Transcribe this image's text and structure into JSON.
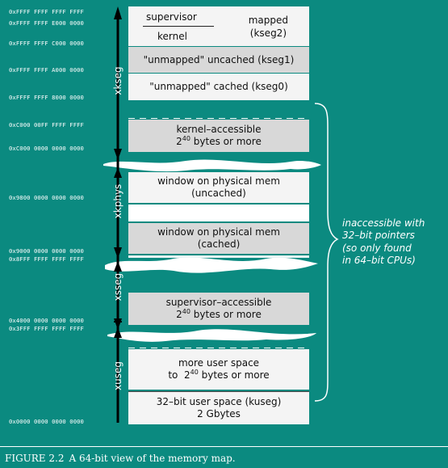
{
  "addresses": [
    "0xFFFF FFFF FFFF FFFF",
    "0xFFFF FFFF E000 0000",
    "0xFFFF FFFF C000 0000",
    "0xFFFF FFFF A000 0000",
    "0xFFFF FFFF 8000 0000",
    "0xC000 00FF FFFF FFFF",
    "0xC000 0000 0000 0000",
    "0x9800 0000 0000 0000",
    "0x9000 0000 0000 0000",
    "0x8FFF FFFF FFFF FFFF",
    "0x4000 0000 0000 0000",
    "0x3FFF FFFF FFFF FFFF",
    "0x0000 0000 0000 0000"
  ],
  "kseg2": {
    "supervisor": "supervisor",
    "kernel": "kernel",
    "mapped": "mapped",
    "name": "(kseg2)"
  },
  "kseg1": "\"unmapped\" uncached (kseg1)",
  "kseg0": "\"unmapped\" cached (kseg0)",
  "kernel_accessible": {
    "line1": "kernel–accessible",
    "size_pre": "2",
    "size_exp": "40",
    "size_post": " bytes or more"
  },
  "window_uncached": {
    "line1": "window on physical mem",
    "line2": "(uncached)"
  },
  "window_cached": {
    "line1": "window on physical mem",
    "line2": "(cached)"
  },
  "supervisor_accessible": {
    "line1": "supervisor–accessible",
    "size_pre": "2",
    "size_exp": "40",
    "size_post": " bytes or more"
  },
  "more_user": {
    "line1": "more user space",
    "size_pre": "to  2",
    "size_exp": "40",
    "size_post": " bytes or more"
  },
  "kuseg": {
    "line1": "32–bit user space (kuseg)",
    "line2": "2 Gbytes"
  },
  "segments": {
    "xkseg": "xkseg",
    "xkphys": "xkphys",
    "xsseg": "xsseg",
    "xuseg": "xuseg"
  },
  "note": {
    "line1": "inaccessible with",
    "line2": "32–bit pointers",
    "line3": "(so only found",
    "line4": "in 64–bit CPUs)"
  },
  "caption": {
    "figure": "FIGURE 2.2",
    "text": "A 64-bit view of the memory map."
  },
  "colors": {
    "background": "#0b8a80",
    "box_light": "#f4f4f4",
    "box_gray": "#d8d8d8"
  }
}
